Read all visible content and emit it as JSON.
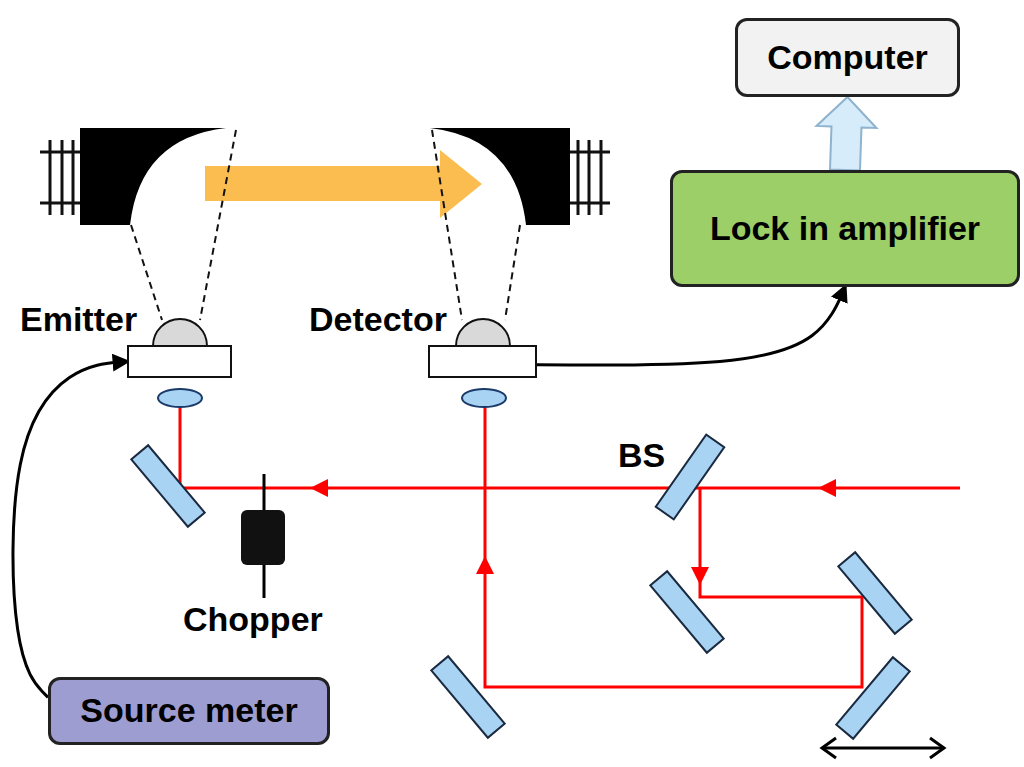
{
  "diagram": {
    "nodes": [
      {
        "text": [
          "Computer"
        ]
      },
      {
        "text": [
          "Lock in amplifier"
        ]
      },
      {
        "text": [
          "Emitter"
        ]
      },
      {
        "text": [
          "Detector"
        ]
      },
      {
        "text": [
          "Source meter"
        ]
      }
    ],
    "edges": [
      {
        "from": 1,
        "to": 0,
        "arrow": "to"
      },
      {
        "from": 3,
        "to": 1,
        "arrow": "to"
      },
      {
        "from": 4,
        "to": 2,
        "arrow": "to"
      }
    ],
    "labels": [
      "BS",
      "Chopper"
    ]
  }
}
